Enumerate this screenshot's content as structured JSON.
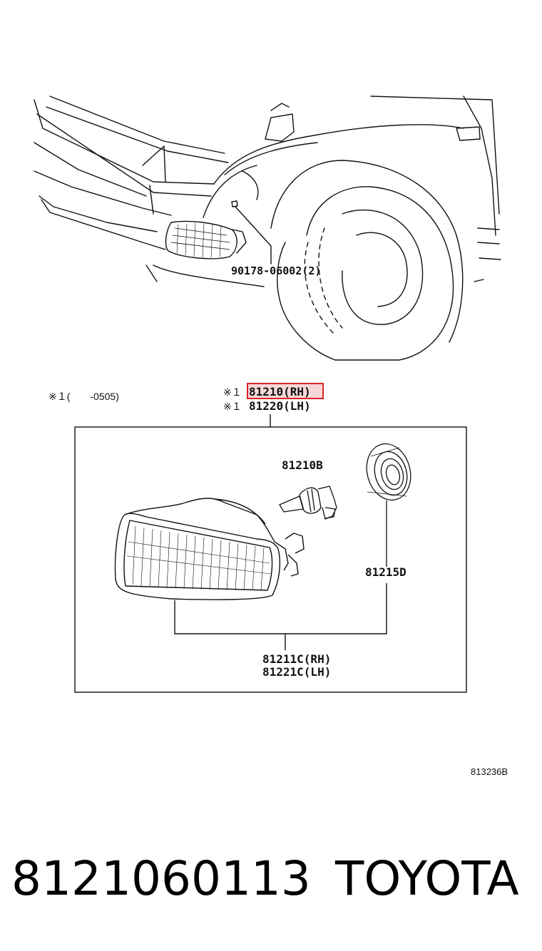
{
  "diagram": {
    "top_callout_part": "90178-06002(2)",
    "note_left": "※１(　　-0505)",
    "note_mark_1": "※１",
    "note_mark_2": "※１",
    "part_rh": "81210(RH)",
    "part_lh": "81220(LH)",
    "bulb": "81210B",
    "socket": "81215D",
    "lens_rh": "81211C(RH)",
    "lens_lh": "81221C(LH)",
    "illustration_code": "813236B",
    "highlight_color": "#d8232a"
  },
  "footer": {
    "part_number": "8121060113",
    "brand": "TOYOTA"
  }
}
